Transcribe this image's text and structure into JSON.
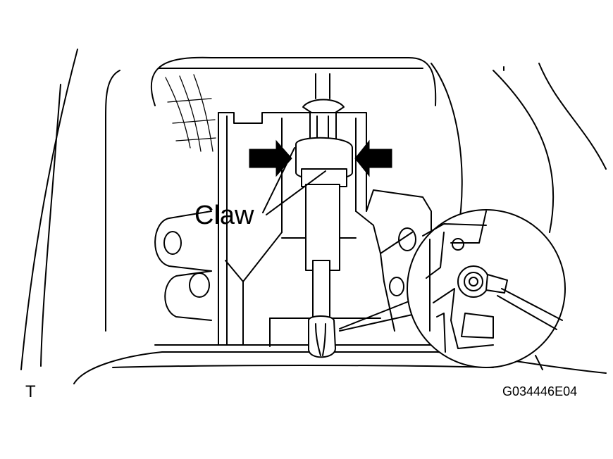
{
  "figure": {
    "callout_label": "Claw",
    "view_marker": "T",
    "figure_code": "G034446E04"
  },
  "icons": {
    "arrows": "press-inward-arrows",
    "detail": "magnified-detail-circle"
  }
}
